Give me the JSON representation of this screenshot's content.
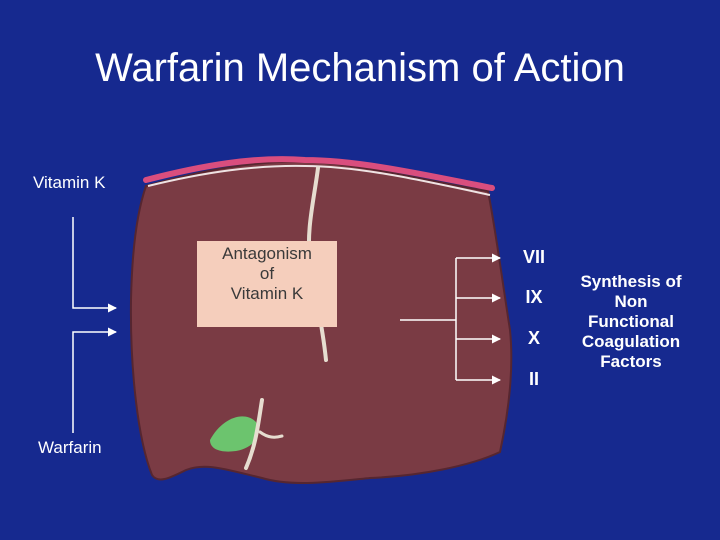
{
  "title": "Warfarin Mechanism of Action",
  "labels": {
    "vitamin_k": "Vitamin K",
    "warfarin": "Warfarin"
  },
  "antagonism_box": {
    "lines": [
      "Antagonism",
      "of",
      "Vitamin K"
    ]
  },
  "factors": [
    "VII",
    "IX",
    "X",
    "II"
  ],
  "synthesis": {
    "lines": [
      "Synthesis of",
      "Non",
      "Functional",
      "Coagulation",
      "Factors"
    ]
  },
  "colors": {
    "background": "#16298f",
    "liver": "#7a3b44",
    "liver_edge": "#562630",
    "capsule": "#d94e7e",
    "gallbladder": "#6cc46e",
    "box": "#f5cebc",
    "arrows": "#ffffff"
  }
}
